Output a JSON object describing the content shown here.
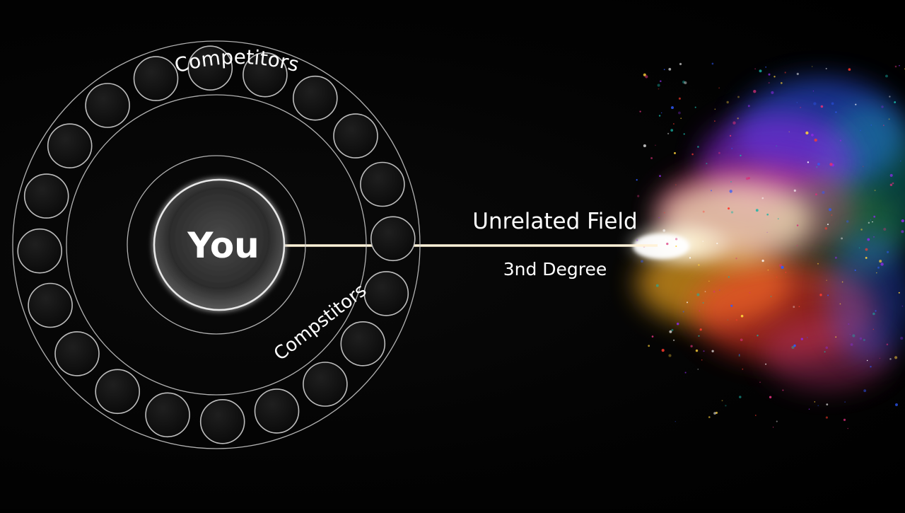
{
  "diagram": {
    "center_label": "You",
    "outer_ring_label_top": "Competitors",
    "outer_ring_label_bottom": "Compstitors",
    "field_label": "Unrelated Field",
    "degree_label": "3nd Degree"
  },
  "colors": {
    "background": "#000000",
    "ring": "#d0d0d0",
    "beam_core": "#fff2d8",
    "beam_glow": "#ff5a1a",
    "nebula": [
      "#ffffff",
      "#ffd23a",
      "#ff3b2e",
      "#d8307a",
      "#8a2be2",
      "#2f5bff",
      "#19b3a6"
    ]
  },
  "ring_circle_count": 20
}
